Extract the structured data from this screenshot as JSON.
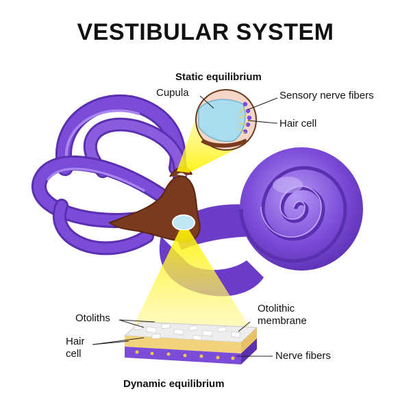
{
  "title": "VESTIBULAR SYSTEM",
  "sections": {
    "static": "Static equilibrium",
    "dynamic": "Dynamic equilibrium"
  },
  "labels": {
    "cupula": "Cupula",
    "sensory_nerve_fibers": "Sensory nerve fibers",
    "hair_cell_top": "Hair cell",
    "otoliths": "Otoliths",
    "otolithic_line1": "Otolithic",
    "otolithic_line2": "membrane",
    "hair_cell_bottom_line1": "Hair",
    "hair_cell_bottom_line2": "cell",
    "nerve_fibers": "Nerve fibers"
  },
  "colors": {
    "purple": "#7b4cd8",
    "purple_dark": "#5a2fb0",
    "purple_light": "#a985f0",
    "vestibule": "#7a3a1e",
    "vestibule_dark": "#5b2712",
    "highlight_yellow": "#fff200",
    "otolith_blue": "#bfe6f3"
  }
}
